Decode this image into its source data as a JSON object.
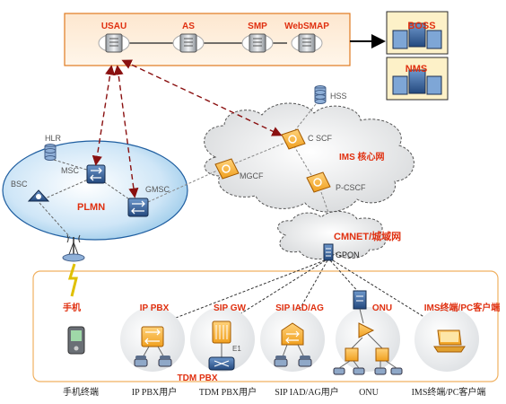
{
  "app_servers": {
    "usau": "USAU",
    "as": "AS",
    "smp": "SMP",
    "websmap": "WebSMAP"
  },
  "external": {
    "boss": "BOSS",
    "nms": "NMS"
  },
  "ims_core": {
    "hss": "HSS",
    "cscf": "C SCF",
    "label": "IMS 核心网",
    "mgcf": "MGCF",
    "pcscf": "P-CSCF"
  },
  "plmn": {
    "hlr": "HLR",
    "msc": "MSC",
    "bsc": "BSC",
    "gmsc": "GMSC",
    "label": "PLMN"
  },
  "cmnet": {
    "label": "CMNET/城域网",
    "gpon": "GPON"
  },
  "access": {
    "mobile": "手机",
    "ip_pbx": "IP PBX",
    "sip_gw": "SIP GW",
    "e1": "E1",
    "tdm_pbx": "TDM PBX",
    "sip_iad": "SIP IAD/AG",
    "onu": "ONU",
    "ims_pc": "IMS终端/PC客户端"
  },
  "bottom_labels": {
    "mobile_terminal": "手机终端",
    "ip_pbx_user": "IP PBX用户",
    "tdm_pbx_user": "TDM PBX用户",
    "sip_iad_user": "SIP IAD/AG用户",
    "onu": "ONU",
    "ims_pc_client": "IMS终端/PC客户端"
  }
}
